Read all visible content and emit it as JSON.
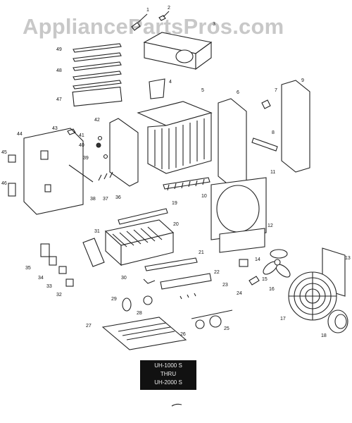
{
  "watermark": "AppliancePartsPros.com",
  "model_box": {
    "line1": "UH-1000 S",
    "line2": "THRU",
    "line3": "UH-2000 S"
  },
  "callouts": [
    "1",
    "2",
    "3",
    "4",
    "5",
    "6",
    "7",
    "8",
    "9",
    "10",
    "11",
    "12",
    "13",
    "14",
    "15",
    "16",
    "17",
    "18",
    "19",
    "20",
    "21",
    "22",
    "23",
    "24",
    "25",
    "26",
    "27",
    "28",
    "29",
    "30",
    "31",
    "32",
    "33",
    "34",
    "35",
    "36",
    "37",
    "38",
    "39",
    "40",
    "41",
    "42",
    "43",
    "44",
    "45",
    "46",
    "47",
    "48",
    "49"
  ]
}
